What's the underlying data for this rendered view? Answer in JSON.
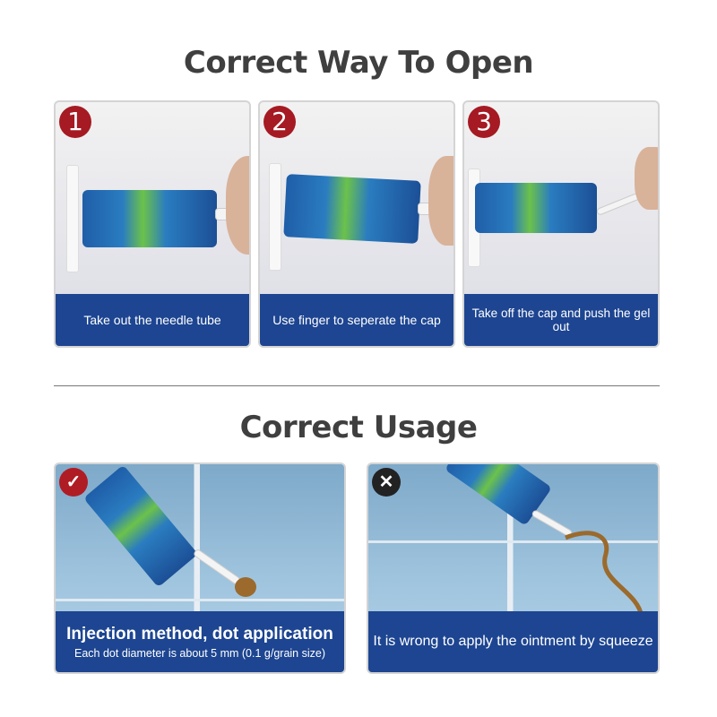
{
  "open_section": {
    "title": "Correct Way To Open",
    "steps": [
      {
        "number": "1",
        "caption": "Take out the needle tube"
      },
      {
        "number": "2",
        "caption": "Use finger to seperate the cap"
      },
      {
        "number": "3",
        "caption": "Take off the cap and push the gel out"
      }
    ]
  },
  "usage_section": {
    "title": "Correct Usage",
    "correct": {
      "mark": "✓",
      "heading": "Injection method, dot application",
      "detail": "Each dot diameter is about 5 mm (0.1 g/grain size)"
    },
    "wrong": {
      "mark": "✕",
      "caption": "It is wrong to apply the ointment by squeeze"
    }
  },
  "colors": {
    "caption_bg": "#1d4591",
    "step_badge": "#a51a23",
    "correct_badge": "#b01c24",
    "wrong_badge": "#222222"
  }
}
